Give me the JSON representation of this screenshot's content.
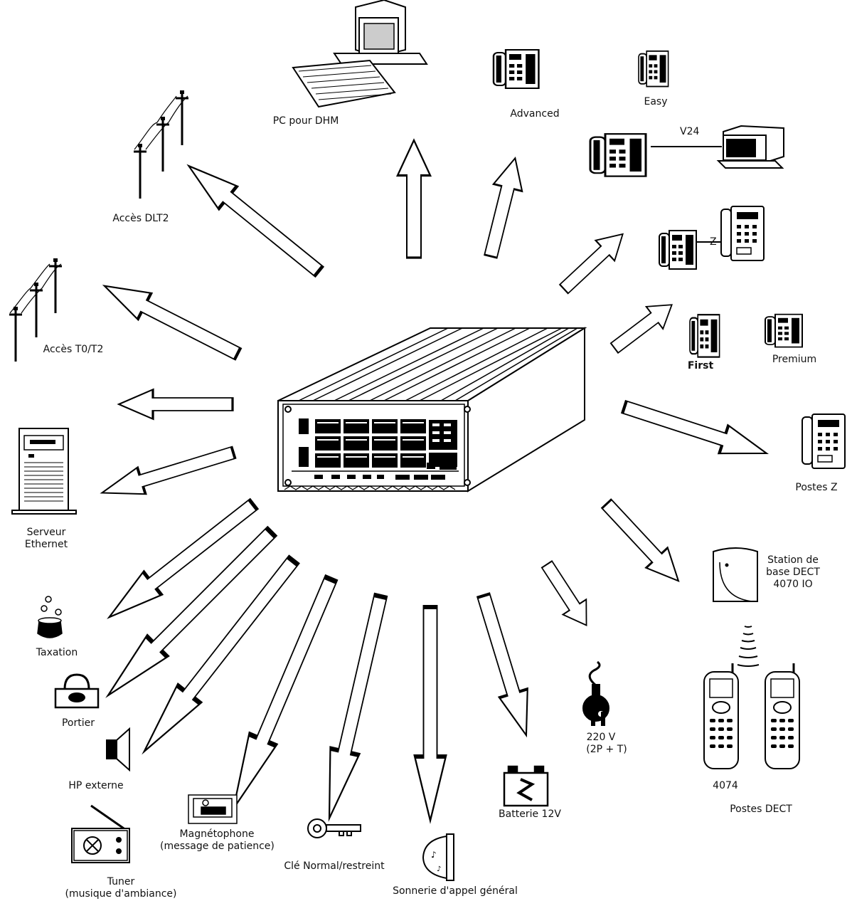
{
  "labels": {
    "pc": "PC pour DHM",
    "advanced": "Advanced",
    "easy": "Easy",
    "v24": "V24",
    "dlt2": "Accès DLT2",
    "z_link": "Z",
    "t0t2": "Accès T0/T2",
    "first": "First",
    "premium": "Premium",
    "postes_z": "Postes Z",
    "serveur_1": "Serveur",
    "serveur_2": "Ethernet",
    "station_1": "Station de",
    "station_2": "base DECT",
    "station_3": "4070 IO",
    "taxation": "Taxation",
    "portier": "Portier",
    "hp": "HP externe",
    "v220_1": "220 V",
    "v220_2": "(2P + T)",
    "model_4074": "4074",
    "postes_dect": "Postes DECT",
    "magneto_1": "Magnétophone",
    "magneto_2": "(message de patience)",
    "batterie": "Batterie 12V",
    "tuner_1": "Tuner",
    "tuner_2": "(musique d'ambiance)",
    "cle": "Clé Normal/restreint",
    "sonnerie": "Sonnerie d'appel général"
  }
}
